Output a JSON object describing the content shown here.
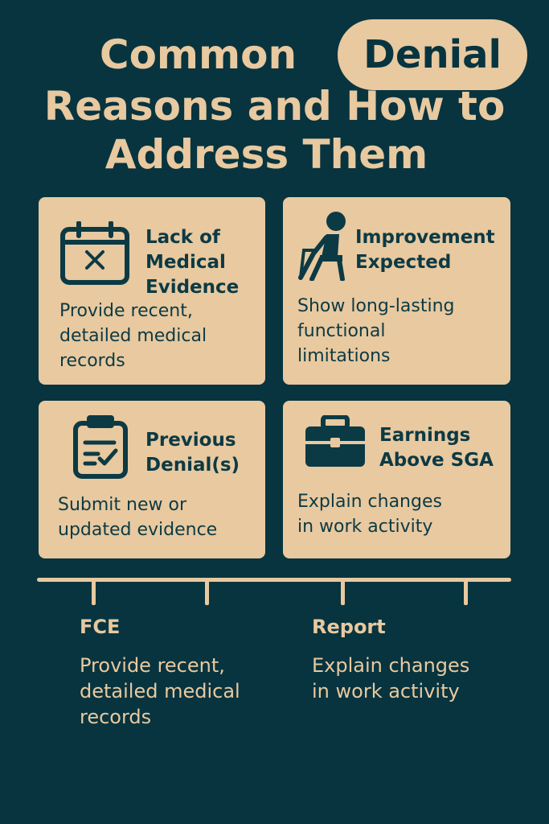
{
  "title": {
    "line1": "Common",
    "highlight": "Denial",
    "line2": "Reasons and How to",
    "line3": "Address Them"
  },
  "cards": [
    {
      "icon": "calendar-x-icon",
      "heading": [
        "Lack of",
        "Medical",
        "Evidence"
      ],
      "description": [
        "Provide recent,",
        "detailed medical",
        "records"
      ]
    },
    {
      "icon": "person-seated-icon",
      "heading": [
        "Improvement",
        "Expected"
      ],
      "description": [
        "Show long-lasting",
        "functional",
        "limitations"
      ]
    },
    {
      "icon": "clipboard-check-icon",
      "heading": [
        "Previous",
        "Denial(s)"
      ],
      "description": [
        "Submit new or",
        "updated evidence"
      ]
    },
    {
      "icon": "briefcase-icon",
      "heading": [
        "Earnings",
        "Above SGA"
      ],
      "description": [
        "Explain changes",
        "in work activity"
      ]
    }
  ],
  "timeline": [
    {
      "heading": "FCE",
      "description": [
        "Provide recent,",
        "detailed medical",
        "records"
      ]
    },
    {
      "heading": "Report",
      "description": [
        "Explain changes",
        "in work activity"
      ]
    }
  ],
  "colors": {
    "background": "#07343f",
    "accent": "#e8c9a0",
    "card_text": "#0c3a44"
  }
}
